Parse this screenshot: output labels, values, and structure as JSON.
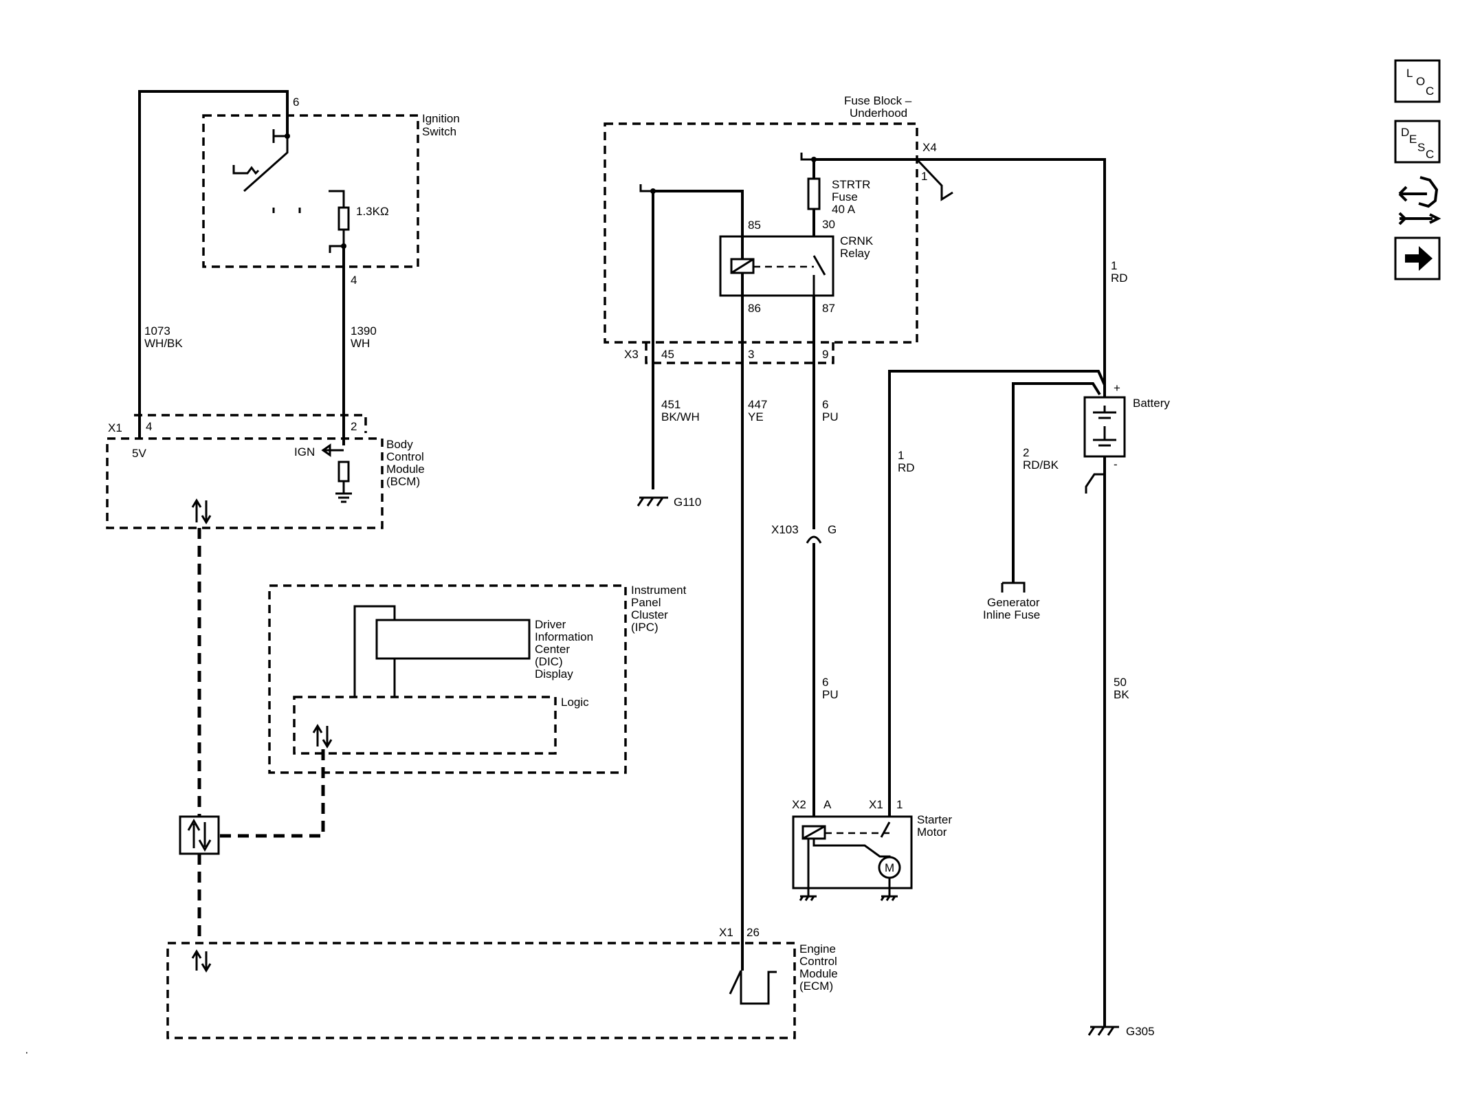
{
  "components": {
    "ignition_switch": [
      "Ignition",
      "Switch"
    ],
    "resistor_value": "1.3KΩ",
    "fuse_block": [
      "Fuse Block –",
      "Underhood"
    ],
    "strtr_fuse": [
      "STRTR",
      "Fuse",
      "40 A"
    ],
    "crnk_relay": [
      "CRNK",
      "Relay"
    ],
    "bcm": [
      "Body",
      "Control",
      "Module",
      "(BCM)"
    ],
    "bcm_5v": "5V",
    "bcm_ign": "IGN",
    "ipc": [
      "Instrument",
      "Panel",
      "Cluster",
      "(IPC)"
    ],
    "dic": [
      "Driver",
      "Information",
      "Center",
      "(DIC)",
      "Display"
    ],
    "logic": "Logic",
    "ecm": [
      "Engine",
      "Control",
      "Module",
      "(ECM)"
    ],
    "battery": "Battery",
    "battery_plus": "+",
    "battery_minus": "-",
    "generator_fuse": [
      "Generator",
      "Inline Fuse"
    ],
    "starter_motor": [
      "Starter",
      "Motor"
    ],
    "motor_symbol": "M"
  },
  "grounds": [
    "G110",
    "G305"
  ],
  "connectors": {
    "x1_bcm": "X1",
    "x3": "X3",
    "x4": "X4",
    "x103": "X103",
    "x103_pin": "G",
    "x2_starter": "X2",
    "x1_starter": "X1",
    "x1_ecm": "X1"
  },
  "pins": {
    "ign_6": "6",
    "ign_4": "4",
    "bcm_4": "4",
    "bcm_2": "2",
    "relay_85": "85",
    "relay_30": "30",
    "relay_86": "86",
    "relay_87": "87",
    "x3_45": "45",
    "x3_3": "3",
    "x3_9": "9",
    "x4_1": "1",
    "starter_a": "A",
    "starter_1": "1",
    "ecm_26": "26"
  },
  "wires": {
    "w1073": [
      "1073",
      "WH/BK"
    ],
    "w1390": [
      "1390",
      "WH"
    ],
    "w451": [
      "451",
      "BK/WH"
    ],
    "w447": [
      "447",
      "YE"
    ],
    "w6_upper": [
      "6",
      "PU"
    ],
    "w6_lower": [
      "6",
      "PU"
    ],
    "w1_rd_top": [
      "1",
      "RD"
    ],
    "w1_rd_starter": [
      "1",
      "RD"
    ],
    "w2_rdbk": [
      "2",
      "RD/BK"
    ],
    "w50_bk": [
      "50",
      "BK"
    ]
  },
  "nav": {
    "loc": [
      "L",
      "O",
      "C"
    ],
    "desc": [
      "D",
      "E",
      "S",
      "C"
    ]
  },
  "corner_mark": "·"
}
